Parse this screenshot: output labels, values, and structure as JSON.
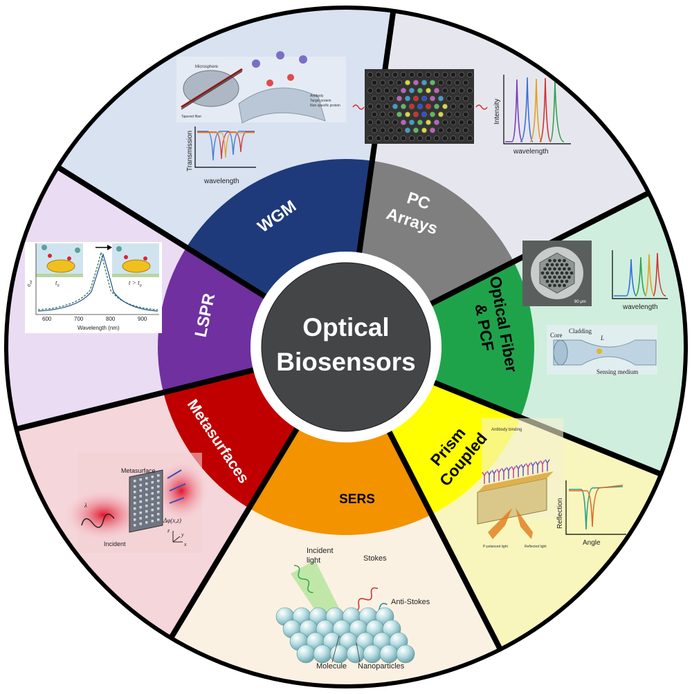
{
  "center": {
    "line1": "Optical",
    "line2": "Biosensors"
  },
  "segments": {
    "wgm": {
      "label": "WGM",
      "color": "#1f3a7a",
      "bg": "#d8e2f1"
    },
    "pc": {
      "line1": "PC",
      "line2": "Arrays",
      "color": "#7f7f7f",
      "bg": "#e6e7ee"
    },
    "fiber": {
      "line1": "Optical Fiber",
      "line2": "& PCF",
      "color": "#1fa34a",
      "bg": "#cfeedd"
    },
    "prism": {
      "line1": "Prism",
      "line2": "Coupled",
      "color": "#ffff00",
      "bg": "#f8f6bd"
    },
    "sers": {
      "label": "SERS",
      "color": "#f39300",
      "bg": "#fbf1e3"
    },
    "meta": {
      "label": "Metasurfaces",
      "color": "#c00000",
      "bg": "#f5d6da"
    },
    "lspr": {
      "label": "LSPR",
      "color": "#7030a0",
      "bg": "#eadcf2"
    }
  },
  "insets": {
    "wgm": {
      "microsphere": "Microsphere",
      "tapered": "Tapered fiber",
      "key1": "Antibody",
      "key2": "Target protein",
      "key3": "Non specific protein",
      "ylabel": "Transmission",
      "xlabel": "wavelength"
    },
    "pc": {
      "ylabel": "Intensity",
      "xlabel": "wavelength"
    },
    "fiber": {
      "scale": "80 μm",
      "xlabel": "wavelength",
      "core": "Core",
      "cladding": "Cladding",
      "L": "L",
      "medium": "Sensing medium"
    },
    "prism": {
      "binding": "Antibody binding",
      "p_light": "P-polarized light",
      "r_light": "Reflected light",
      "ylabel": "Reflection",
      "xlabel": "Angle"
    },
    "sers": {
      "incident1": "Incident",
      "incident2": "light",
      "stokes": "Stokes",
      "anti": "Anti-Stokes",
      "molecule": "Molecule",
      "nano": "Nanoparticles"
    },
    "meta": {
      "title": "Metasurface",
      "incident": "Incident",
      "lambda": "λ",
      "phase": "Δφ(x,z)",
      "z": "z",
      "y": "y",
      "x": "x"
    },
    "lspr": {
      "t0": "t",
      "t0sub": "0",
      "t1": "t > t",
      "t1sub": "0",
      "ylabel": "σ",
      "ylabelsub": "ext",
      "ticks": [
        "600",
        "700",
        "800",
        "900"
      ],
      "xlabel": "Wavelength (nm)"
    }
  }
}
